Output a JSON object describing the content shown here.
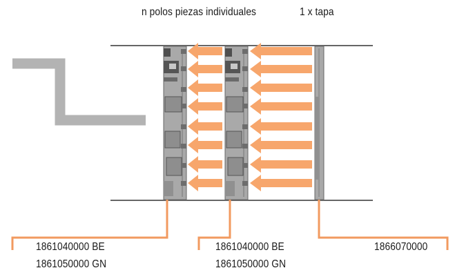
{
  "header": {
    "left_caption": "n polos piezas individuales",
    "right_caption": "1 x tapa"
  },
  "labels": {
    "block1_line1": "1861040000 BE",
    "block1_line2": "1861050000 GN",
    "block2_line1": "1861040000 BE",
    "block2_line2": "1861050000 GN",
    "cover": "1866070000"
  },
  "colors": {
    "arrow": "#f7a66c",
    "leader": "#f29a5f",
    "rail": "#666666",
    "part_fill": "#a9a9a9",
    "part_dark": "#555555",
    "zigzag": "#b3b3b3"
  }
}
